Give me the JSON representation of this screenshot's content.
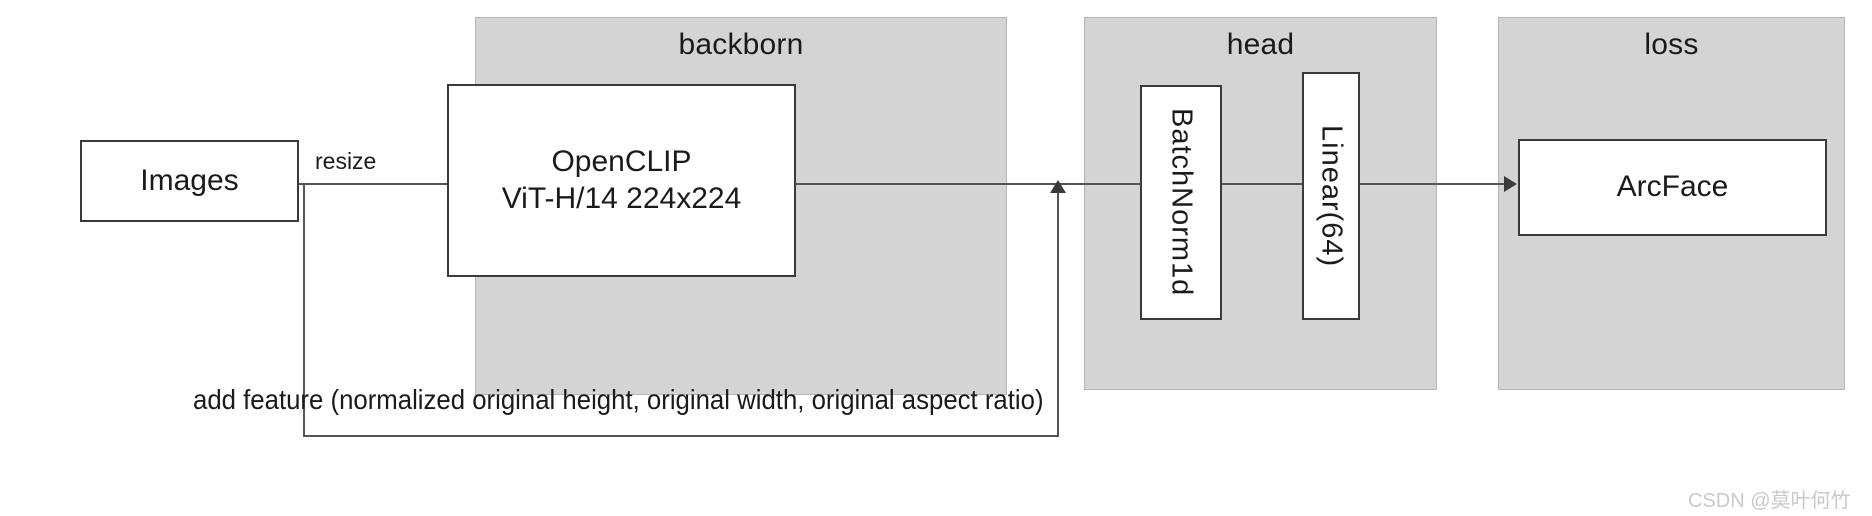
{
  "diagram": {
    "title": "model architecture pipeline",
    "colors": {
      "panel_fill": "#d4d4d4",
      "panel_border": "#b6b6b6",
      "node_border": "#3a3a3a",
      "connector": "#555555",
      "text": "#1a1a1a",
      "watermark": "#c9c9c9"
    },
    "nodes": {
      "images": {
        "label": "Images"
      },
      "backbone_model": {
        "label": "OpenCLIP\nViT-H/14 224x224"
      },
      "batchnorm": {
        "label": "BatchNorm1d"
      },
      "linear": {
        "label": "Linear(64)"
      },
      "arcface": {
        "label": "ArcFace"
      }
    },
    "groups": {
      "backborn": {
        "title": "backborn"
      },
      "head": {
        "title": "head"
      },
      "loss": {
        "title": "loss"
      }
    },
    "edges": {
      "resize_label": "resize",
      "add_feature_caption": "add feature (normalized original height, original width, original aspect ratio)"
    },
    "watermark": {
      "text": "CSDN @莫叶何竹"
    }
  }
}
